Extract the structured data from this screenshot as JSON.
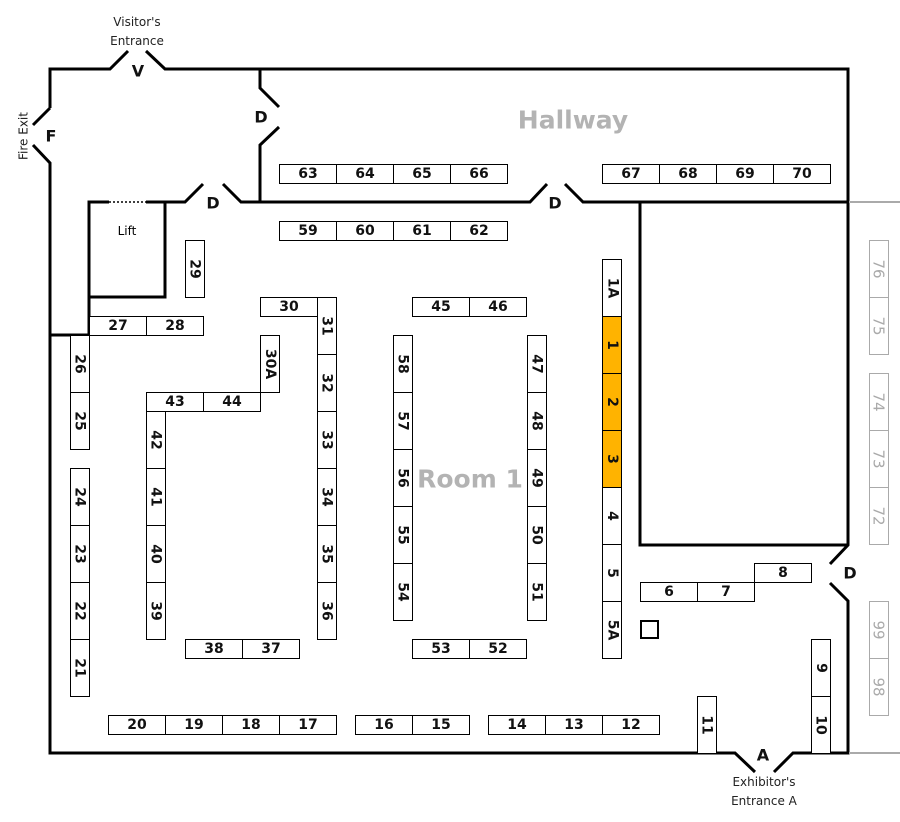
{
  "rooms": {
    "hallway": "Hallway",
    "room1": "Room 1",
    "lift": "Lift"
  },
  "doors": {
    "visitor": "V",
    "fire": "F",
    "exhibitor": "A",
    "door": "D"
  },
  "entrances": {
    "visitor_line1": "Visitor's",
    "visitor_line2": "Entrance",
    "fire_exit": "Fire Exit",
    "exhibitor_line1": "Exhibitor's",
    "exhibitor_line2": "Entrance A"
  },
  "colors": {
    "highlight": "#FFB300",
    "unavailable": "#aaaaaa"
  },
  "booths": [
    {
      "label": "63"
    },
    {
      "label": "64"
    },
    {
      "label": "65"
    },
    {
      "label": "66"
    },
    {
      "label": "67"
    },
    {
      "label": "68"
    },
    {
      "label": "69"
    },
    {
      "label": "70"
    },
    {
      "label": "59"
    },
    {
      "label": "60"
    },
    {
      "label": "61"
    },
    {
      "label": "62"
    },
    {
      "label": "29"
    },
    {
      "label": "27"
    },
    {
      "label": "28"
    },
    {
      "label": "30"
    },
    {
      "label": "31"
    },
    {
      "label": "32"
    },
    {
      "label": "33"
    },
    {
      "label": "34"
    },
    {
      "label": "35"
    },
    {
      "label": "36"
    },
    {
      "label": "30A"
    },
    {
      "label": "43"
    },
    {
      "label": "44"
    },
    {
      "label": "42"
    },
    {
      "label": "41"
    },
    {
      "label": "40"
    },
    {
      "label": "39"
    },
    {
      "label": "26"
    },
    {
      "label": "25"
    },
    {
      "label": "24"
    },
    {
      "label": "23"
    },
    {
      "label": "22"
    },
    {
      "label": "21"
    },
    {
      "label": "38"
    },
    {
      "label": "37"
    },
    {
      "label": "58"
    },
    {
      "label": "57"
    },
    {
      "label": "56"
    },
    {
      "label": "55"
    },
    {
      "label": "54"
    },
    {
      "label": "45"
    },
    {
      "label": "46"
    },
    {
      "label": "47"
    },
    {
      "label": "48"
    },
    {
      "label": "49"
    },
    {
      "label": "50"
    },
    {
      "label": "51"
    },
    {
      "label": "53"
    },
    {
      "label": "52"
    },
    {
      "label": "1A"
    },
    {
      "label": "1",
      "highlighted": true
    },
    {
      "label": "2",
      "highlighted": true
    },
    {
      "label": "3",
      "highlighted": true
    },
    {
      "label": "4"
    },
    {
      "label": "5"
    },
    {
      "label": "5A"
    },
    {
      "label": "6"
    },
    {
      "label": "7"
    },
    {
      "label": "8"
    },
    {
      "label": "9"
    },
    {
      "label": "10"
    },
    {
      "label": "11"
    },
    {
      "label": "20"
    },
    {
      "label": "19"
    },
    {
      "label": "18"
    },
    {
      "label": "17"
    },
    {
      "label": "16"
    },
    {
      "label": "15"
    },
    {
      "label": "14"
    },
    {
      "label": "13"
    },
    {
      "label": "12"
    },
    {
      "label": "76",
      "unavailable": true
    },
    {
      "label": "75",
      "unavailable": true
    },
    {
      "label": "74",
      "unavailable": true
    },
    {
      "label": "73",
      "unavailable": true
    },
    {
      "label": "72",
      "unavailable": true
    },
    {
      "label": "99",
      "unavailable": true
    },
    {
      "label": "98",
      "unavailable": true
    }
  ]
}
